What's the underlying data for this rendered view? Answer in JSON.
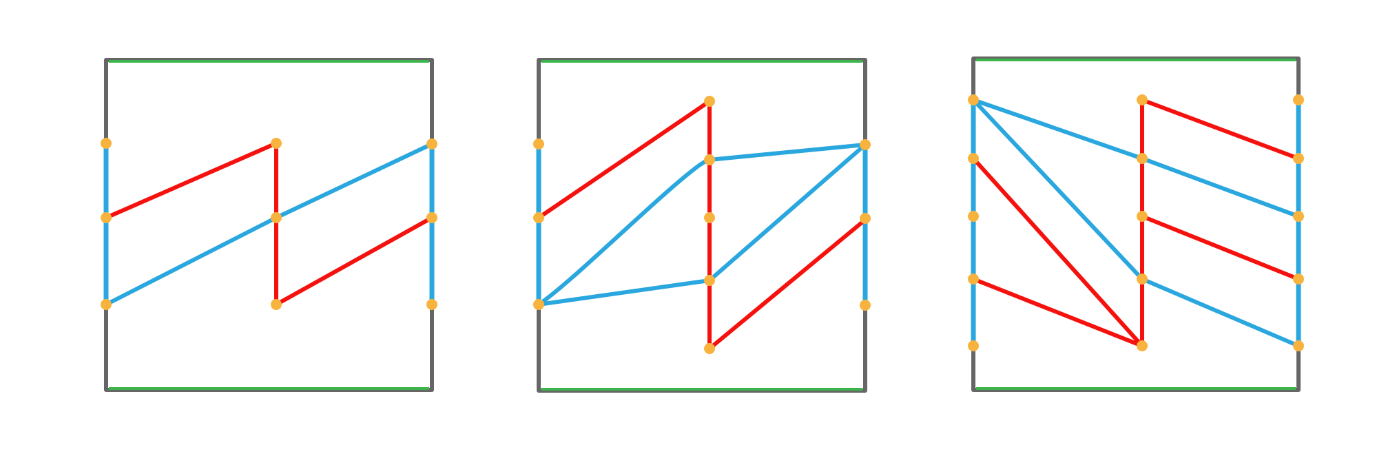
{
  "colors": {
    "frame": "#666666",
    "boundary": "#3cb44b",
    "blue": "#2aa7de",
    "red": "#f5120e",
    "node": "#f8b33e",
    "background": "#ffffff"
  },
  "panels": [
    {
      "id": "panel-1",
      "description_icon": "cross-section-diagram"
    },
    {
      "id": "panel-2",
      "description_icon": "cross-section-diagram"
    },
    {
      "id": "panel-3",
      "description_icon": "cross-section-diagram"
    }
  ]
}
